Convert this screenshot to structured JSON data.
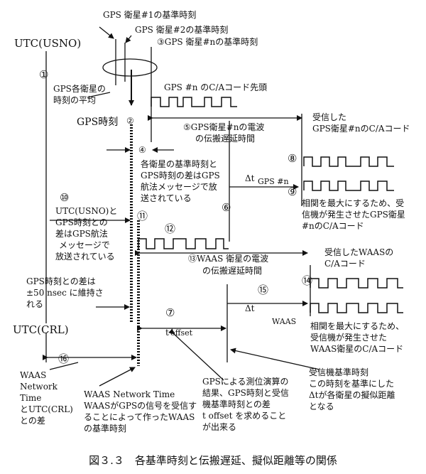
{
  "labels": {
    "sat1_time": "GPS 衛星#1の基準時刻",
    "sat2_time": "GPS 衛星#2の基準時刻",
    "satn_time": "③GPS 衛星#nの基準時刻",
    "utc_usno": "UTC(USNO)",
    "marker1": "①",
    "avg_l1": "GPS各衛星の",
    "avg_l2": "時刻の平均",
    "gps_time": "GPS時刻",
    "marker2": "②",
    "ca_head": "GPS #n のC/Aコード先頭",
    "delay_n_l1": "⑤GPS衛星#nの電波",
    "delay_n_l2": "の伝搬遅延時間",
    "recv_gps_l1": "受信した",
    "recv_gps_l2": "GPS衛星#nのC/Aコード",
    "marker4": "④",
    "nav_l1": "各衛星の基準時刻と",
    "nav_l2": "GPS時刻の差はGPS",
    "nav_l3": "航法メッセージで放",
    "nav_l4": "送されている",
    "marker8": "⑧",
    "dt_gps": "Δt",
    "dt_gps_sub": "GPS #n",
    "marker9": "⑨",
    "corr_gps_l1": "相関を最大にするため、受",
    "corr_gps_l2": "信機が発生させたGPS衛星",
    "corr_gps_l3": "#nのC/Aコード",
    "marker6": "⑥",
    "marker10": "⑩",
    "usno_l1": "UTC(USNO)と",
    "usno_l2": "GPS時刻との",
    "usno_l3": "差はGPS航法",
    "usno_l4": "メッセージで",
    "usno_l5": "放送されている",
    "marker11": "⑪",
    "marker12": "⑫",
    "waas_delay_l1": "⑬WAAS 衛星の電波",
    "waas_delay_l2": "の伝搬遅延時間",
    "recv_waas_l1": "受信したWAASの",
    "recv_waas_l2": "C/Aコード",
    "marker14": "⑭",
    "gps_diff_l1": "GPS時刻との差は",
    "gps_diff_l2": "±50 nsec に維持さ",
    "gps_diff_l3": "れる",
    "marker15": "⑮",
    "dt_waas": "Δt",
    "dt_waas_sub": "WAAS",
    "marker7": "⑦",
    "utc_crl": "UTC(CRL)",
    "t_offset": "t",
    "t_offset_sub": "offset",
    "corr_waas_l1": "相関を最大にするため、",
    "corr_waas_l2": "受信機が発生させた",
    "corr_waas_l3": "WAAS衛星のC/Aコード",
    "marker16": "⑯",
    "recv_ref_l1": "受信機基準時刻",
    "recv_ref_l2": "この時刻を基準にした",
    "recv_ref_l3": "Δtが各衛星の擬似距離",
    "recv_ref_l4": "となる",
    "wnt_l1": "WAAS",
    "wnt_l2": "Network",
    "wnt_l3": "Time",
    "wnt_l4": "とUTC(CRL)",
    "wnt_l5": "との差",
    "wnt_desc_l1": "WAAS Network Time",
    "wnt_desc_l2": "WAASがGPSの信号を受信す",
    "wnt_desc_l3": "ることによって作ったWAAS",
    "wnt_desc_l4": "の基準時刻",
    "offset_l1": "GPSによる測位演算の",
    "offset_l2": "結果、GPS時刻と受信",
    "offset_l3": "機基準時刻との差",
    "offset_l4": "t offset を求めること",
    "offset_l5": "が出来る",
    "caption": "図３.３　各基準時刻と伝搬遅延、擬似距離等の関係"
  }
}
